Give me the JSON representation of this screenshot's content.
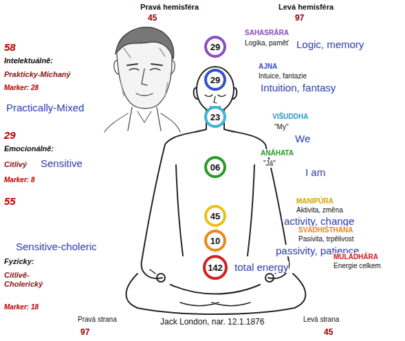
{
  "diagram": {
    "nodes": [
      {
        "text": [
          "29"
        ]
      },
      {
        "text": [
          "29"
        ]
      },
      {
        "text": [
          "23"
        ]
      },
      {
        "text": [
          "06"
        ]
      },
      {
        "text": [
          "45"
        ]
      },
      {
        "text": [
          "10"
        ]
      },
      {
        "text": [
          "142"
        ]
      }
    ],
    "labels": [
      "Pravá hemisféra",
      "45",
      "Levá hemisféra",
      "97",
      "58",
      "Intelektuálně:",
      "Prakticky-Míchaný",
      "Marker: 28",
      "Practically-Mixed",
      "29",
      "Emocionálně:",
      "Citlivý",
      "Sensitive",
      "Marker: 8",
      "55",
      "Sensitive-choleric",
      "Fyzicky:",
      "Citlivě-Cholerický",
      "Marker: 18",
      "SAHASRÁRA",
      "Logika, paměť",
      "Logic, memory",
      "AJNA",
      "Intuice, fantazie",
      "Intuition, fantasy",
      "VIŠUDDHA",
      "\"My\"",
      "We",
      "ANÁHATA",
      "\"Já\"",
      "I am",
      "MANIPÚRA",
      "Aktivita, změna",
      "activity, change",
      "SVÁDHIŠTHÁNA",
      "Pasivita, trpělivost",
      "passivity, patience",
      "MÚLÁDHÁRA",
      "Energie celkem",
      "total energy",
      "Pravá strana",
      "Jack London, nar. 12.1.1876",
      "Levá strana",
      "97",
      "45"
    ]
  }
}
